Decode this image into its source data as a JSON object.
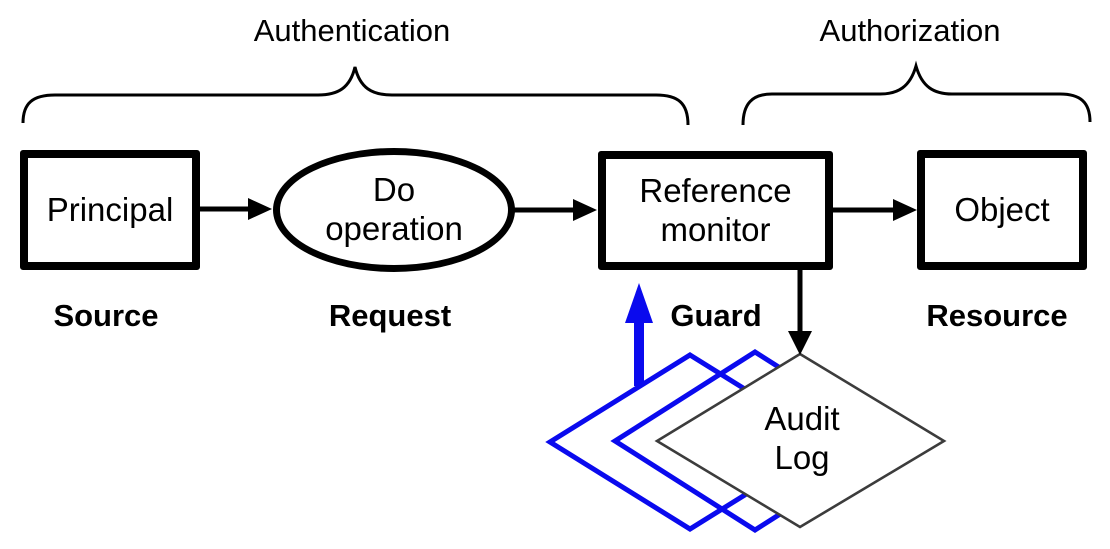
{
  "labels": {
    "authentication": "Authentication",
    "authorization": "Authorization",
    "principal": "Principal",
    "do_operation": "Do\noperation",
    "reference_monitor": "Reference\nmonitor",
    "object": "Object",
    "audit_log": "Audit\nLog",
    "source": "Source",
    "request": "Request",
    "guard": "Guard",
    "resource": "Resource"
  },
  "colors": {
    "line_black": "#000000",
    "accent_blue": "#0a0aee",
    "diamond_gray": "#3c3c3c"
  }
}
